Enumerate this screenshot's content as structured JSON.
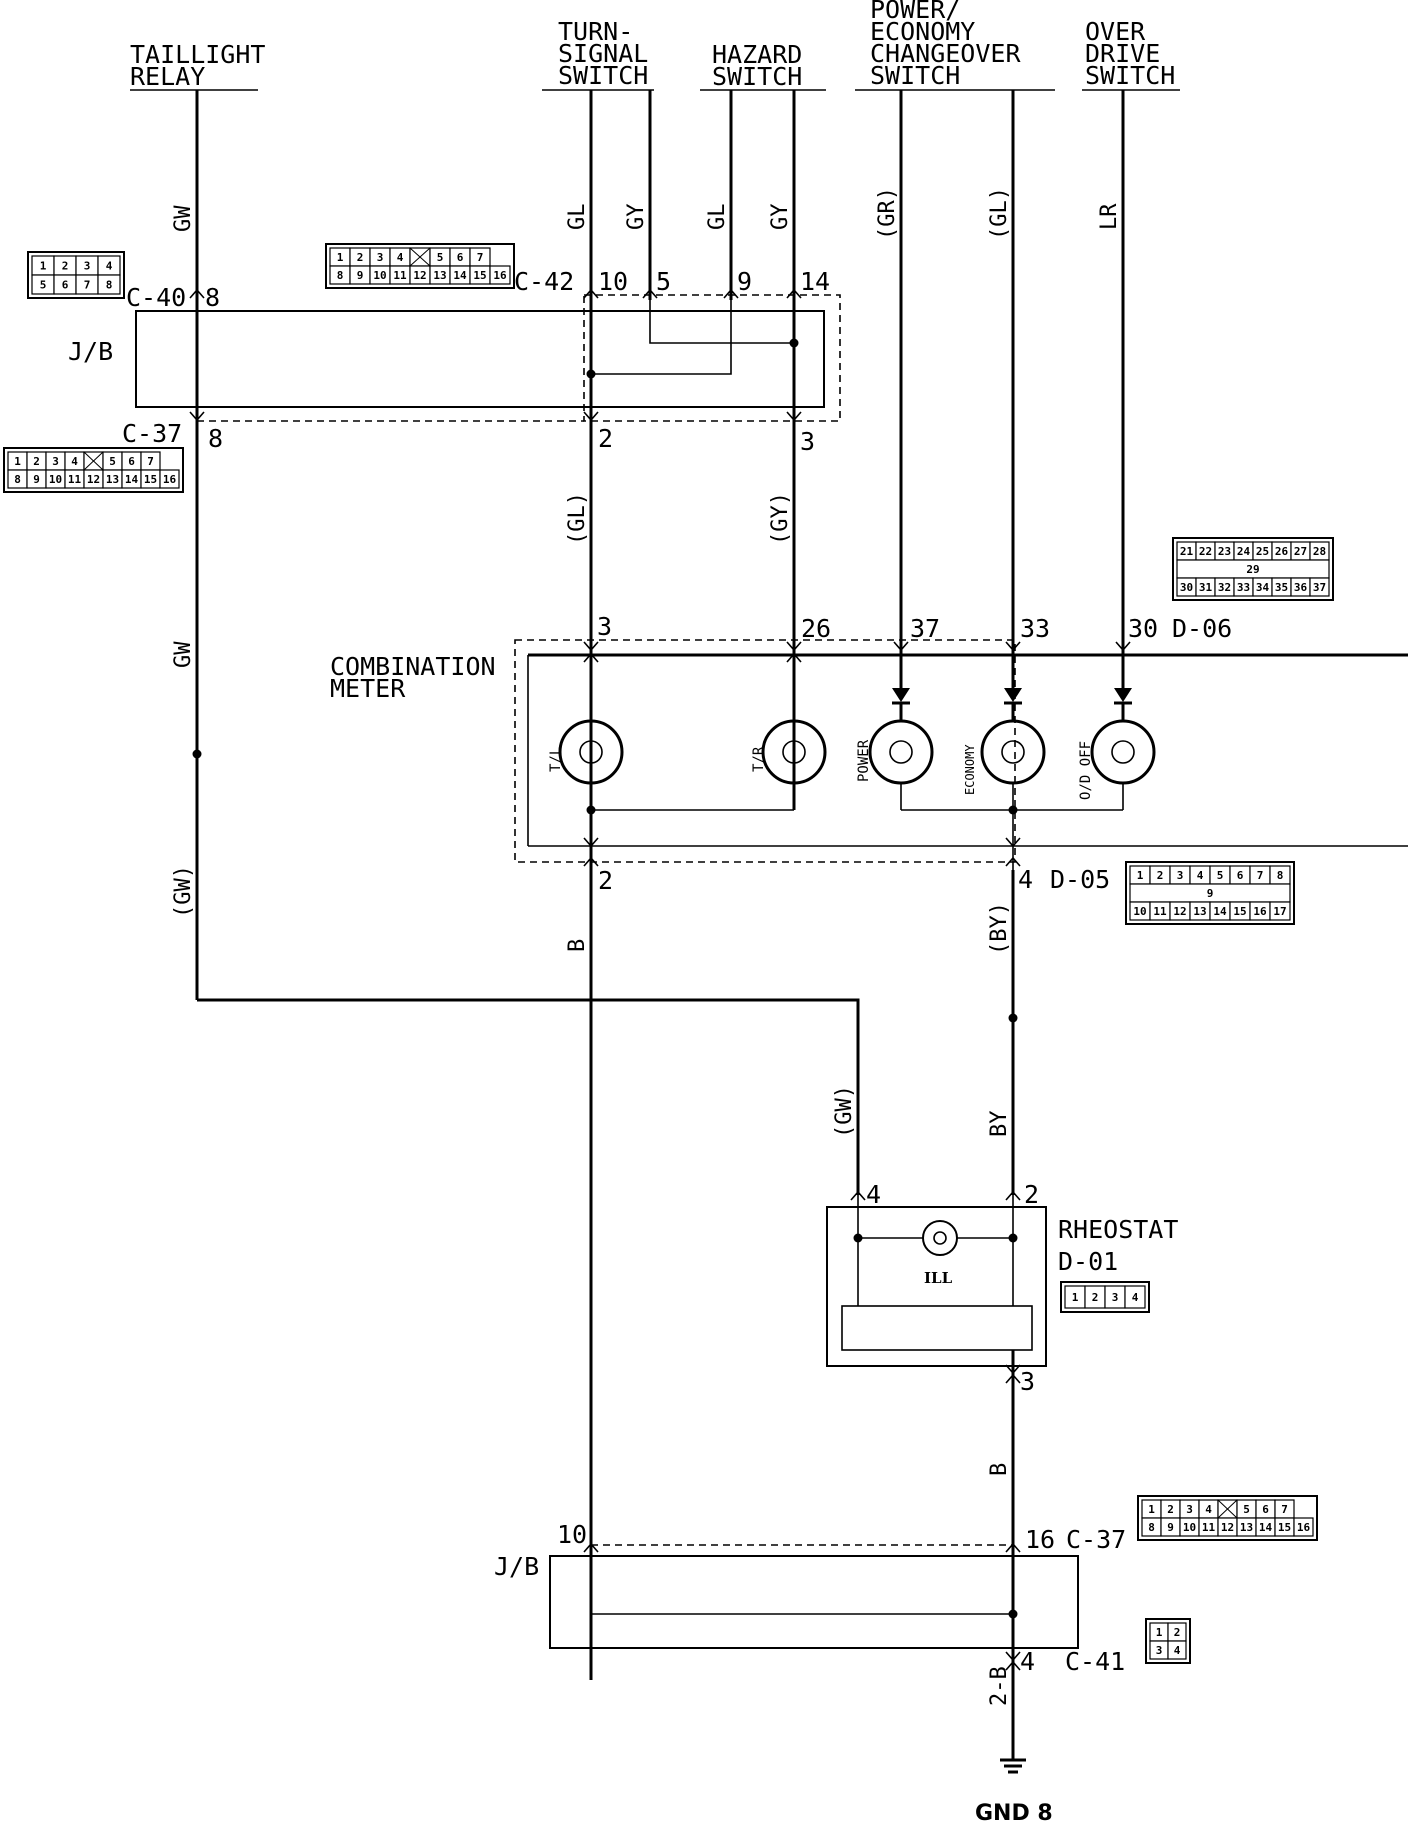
{
  "headers": {
    "taillight_relay": [
      "TAILLIGHT",
      "RELAY"
    ],
    "turn_signal_switch": [
      "TURN-",
      "SIGNAL",
      "SWITCH"
    ],
    "hazard_switch": [
      "HAZARD",
      "SWITCH"
    ],
    "power_economy_switch": [
      "POWER/",
      "ECONOMY",
      "CHANGEOVER",
      "SWITCH"
    ],
    "overdrive_switch": [
      "OVER",
      "DRIVE",
      "SWITCH"
    ]
  },
  "wire_colors": {
    "gw_top": "GW",
    "gl_turn": "GL",
    "gy_turn": "GY",
    "gl_hazard": "GL",
    "gy_hazard": "GY",
    "gr_power": "(GR)",
    "gl_power": "(GL)",
    "lr_overdrive": "LR",
    "gl_mid": "(GL)",
    "gy_mid": "(GY)",
    "gw_mid": "GW",
    "gw_paren": "(GW)",
    "b_meter": "B",
    "by_paren": "(BY)",
    "gw_rheostat": "(GW)",
    "by_rheostat": "BY",
    "b_rheostat": "B",
    "b2_ground": "2-B"
  },
  "connectors": {
    "c40": "C-40",
    "c42": "C-42",
    "c37_top": "C-37",
    "d06": "D-06",
    "d05": "D-05",
    "c37_bottom": "C-37",
    "c41": "C-41",
    "d01": "D-01"
  },
  "pins": {
    "c40_8": "8",
    "c42_10": "10",
    "c42_5": "5",
    "c42_9": "9",
    "c42_14": "14",
    "c37_8": "8",
    "c37_2": "2",
    "c37_3": "3",
    "d06_3": "3",
    "d06_26": "26",
    "d06_37": "37",
    "d06_33": "33",
    "d06_30": "30",
    "d05_2": "2",
    "d05_4": "4",
    "rh_4": "4",
    "rh_2": "2",
    "rh_3": "3",
    "jb_10": "10",
    "jb_16": "16",
    "jb_4": "4"
  },
  "blocks": {
    "jb_top": "J/B",
    "jb_bottom": "J/B",
    "combination_meter": [
      "COMBINATION",
      "METER"
    ],
    "rheostat": "RHEOSTAT",
    "ill": "ILL",
    "ground": "GND 8"
  },
  "lamps": {
    "tl": "T/L",
    "tr": "T/R",
    "power": "POWER",
    "economy": "ECONOMY",
    "od_off": "O/D OFF"
  },
  "connector_faces": {
    "c40_face": {
      "rows": [
        [
          "1",
          "2",
          "3",
          "4"
        ],
        [
          "5",
          "6",
          "7",
          "8"
        ]
      ]
    },
    "c42_face": {
      "rows": [
        [
          "1",
          "2",
          "3",
          "4",
          "",
          "5",
          "6",
          "7"
        ],
        [
          "8",
          "9",
          "10",
          "11",
          "12",
          "13",
          "14",
          "15",
          "16"
        ]
      ]
    },
    "c37_top_face": {
      "rows": [
        [
          "1",
          "2",
          "3",
          "4",
          "",
          "5",
          "6",
          "7"
        ],
        [
          "8",
          "9",
          "10",
          "11",
          "12",
          "13",
          "14",
          "15",
          "16"
        ]
      ]
    },
    "d06_face": {
      "rows": [
        [
          "21",
          "22",
          "23",
          "24",
          "25",
          "26",
          "27",
          "28"
        ],
        [
          "29"
        ],
        [
          "30",
          "31",
          "32",
          "33",
          "34",
          "35",
          "36",
          "37"
        ]
      ]
    },
    "d05_face": {
      "rows": [
        [
          "1",
          "2",
          "3",
          "4",
          "5",
          "6",
          "7",
          "8"
        ],
        [
          "9"
        ],
        [
          "10",
          "11",
          "12",
          "13",
          "14",
          "15",
          "16",
          "17"
        ]
      ]
    },
    "d01_face": {
      "rows": [
        [
          "1",
          "2",
          "3",
          "4"
        ]
      ]
    },
    "c37_bottom_face": {
      "rows": [
        [
          "1",
          "2",
          "3",
          "4",
          "",
          "5",
          "6",
          "7"
        ],
        [
          "8",
          "9",
          "10",
          "11",
          "12",
          "13",
          "14",
          "15",
          "16"
        ]
      ]
    },
    "c41_face": {
      "rows": [
        [
          "1",
          "2"
        ],
        [
          "3",
          "4"
        ]
      ]
    }
  }
}
